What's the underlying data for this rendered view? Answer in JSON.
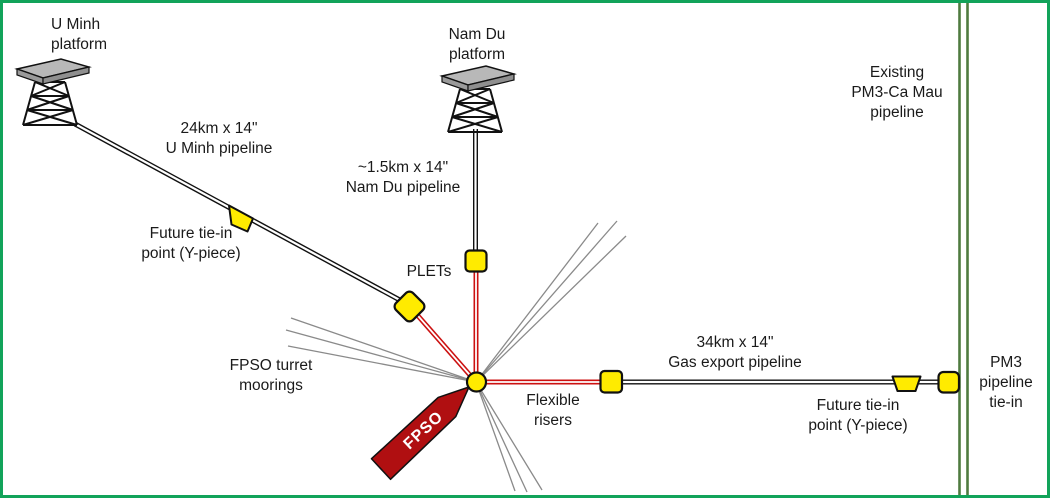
{
  "labels": {
    "u_minh_platform": "U Minh\nplatform",
    "u_minh_pipeline": "24km x 14\"\nU Minh pipeline",
    "future_tie_in_west": "Future tie-in\npoint (Y-piece)",
    "nam_du_platform": "Nam Du\nplatform",
    "nam_du_pipeline": "~1.5km x 14\"\nNam Du pipeline",
    "plets": "PLETs",
    "fpso_turret_moorings": "FPSO turret\nmoorings",
    "fpso": "FPSO",
    "flexible_risers": "Flexible\nrisers",
    "gas_export_pipeline": "34km x 14\"\nGas export pipeline",
    "future_tie_in_east": "Future tie-in\npoint (Y-piece)",
    "existing_pm3_pipeline": "Existing\nPM3-Ca Mau\npipeline",
    "pm3_pipeline_tie_in": "PM3\npipeline\ntie-in"
  },
  "icons": {
    "u_minh_platform": "offshore-platform-icon",
    "nam_du_platform": "offshore-platform-icon",
    "fpso": "fpso-vessel-icon",
    "turret": "turret-buoy-icon",
    "plet": "plet-square-marker",
    "y_piece": "y-piece-wedge-marker",
    "tie_in_square": "tie-in-square-marker"
  },
  "colors": {
    "frame_green": "#12a35a",
    "pm3_pipeline_green": "#4f7b40",
    "marker_yellow": "#ffeb00",
    "riser_red": "#cc1111",
    "fpso_red": "#b00f11",
    "mooring_gray": "#8a8a8a",
    "pipeline_black": "#111111",
    "deck_gray": "#b8b8b8"
  }
}
